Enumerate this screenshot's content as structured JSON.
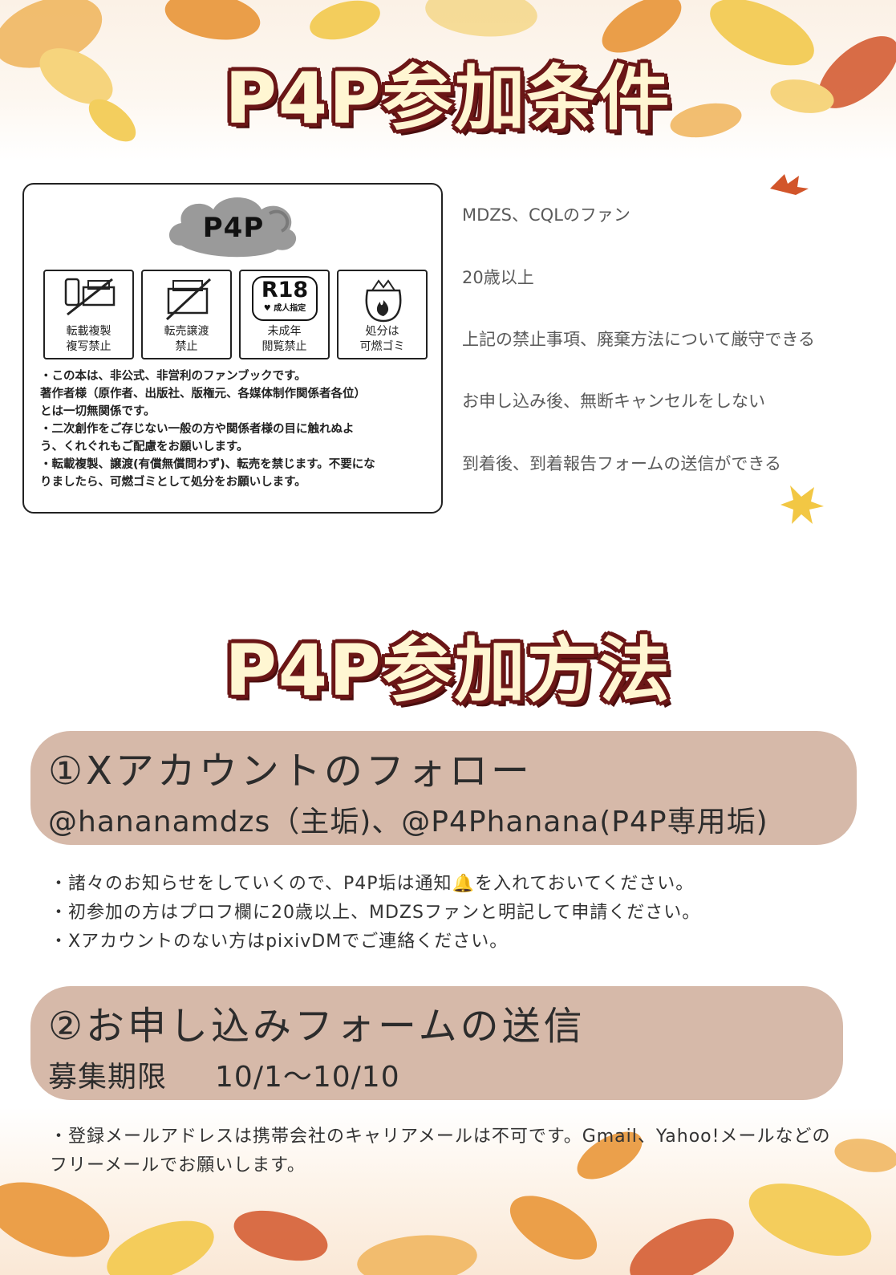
{
  "titles": {
    "conditions": "P4P参加条件",
    "method": "P4P参加方法"
  },
  "card": {
    "logo_text": "P4P",
    "icons": [
      {
        "name": "no-reprint-icon",
        "label": "転載複製\n複写禁止"
      },
      {
        "name": "no-transfer-icon",
        "label": "転売譲渡\n禁止"
      },
      {
        "name": "r18-icon",
        "label": "未成年\n閲覧禁止",
        "badge_main": "R18",
        "badge_sub": "♥ 成人指定"
      },
      {
        "name": "burnable-trash-icon",
        "label": "処分は\n可燃ゴミ"
      }
    ],
    "notes": [
      "・この本は、非公式、非営利のファンブックです。",
      "著作者様（原作者、出版社、版権元、各媒体制作関係者各位）",
      "とは一切無関係です。",
      "・二次創作をご存じない一般の方や関係者様の目に触れぬよ",
      "う、くれぐれもご配慮をお願いします。",
      "・転載複製、譲渡(有償無償問わず)、転売を禁じます。不要にな",
      "りましたら、可燃ゴミとして処分をお願いします。"
    ]
  },
  "conditions": [
    "MDZS、CQLのファン",
    "20歳以上",
    "上記の禁止事項、廃棄方法について厳守できる",
    "お申し込み後、無断キャンセルをしない",
    "到着後、到着報告フォームの送信ができる"
  ],
  "step1": {
    "heading": "①Xアカウントのフォロー",
    "sub": "@hananamdzs（主垢)、@P4Phanana(P4P専用垢)",
    "notes": [
      "・諸々のお知らせをしていくので、P4P垢は通知🔔を入れておいてください。",
      "・初参加の方はプロフ欄に20歳以上、MDZSファンと明記して申請ください。",
      "・Xアカウントのない方はpixivDMでご連絡ください。"
    ]
  },
  "step2": {
    "heading": "②お申し込みフォームの送信",
    "period_label": "募集期限",
    "period_value": "10/1〜10/10",
    "notes": [
      "・登録メールアドレスは携帯会社のキャリアメールは不可です。Gmail、Yahoo!メールなどのフリーメールでお願いします。"
    ]
  },
  "colors": {
    "title_fill": "#fff6d2",
    "title_outline": "#6b1616",
    "pill": "#d6b9a9",
    "leaf_orange": "#e8902e",
    "leaf_yellow": "#f2c744",
    "leaf_red": "#d2552a"
  }
}
